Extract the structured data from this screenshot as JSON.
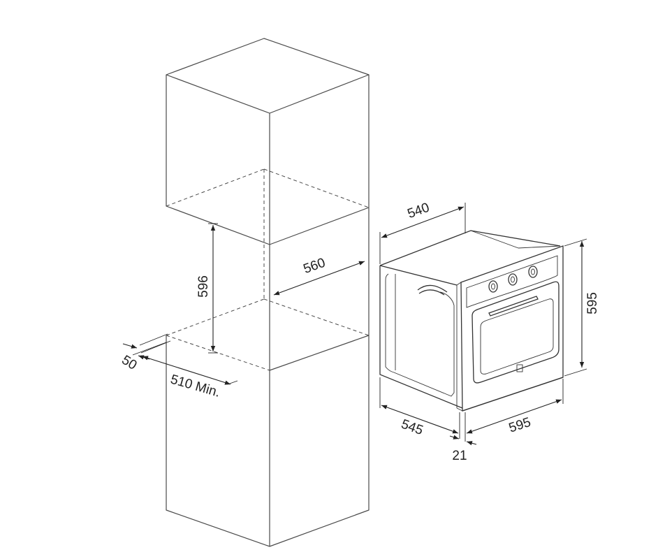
{
  "cabinet": {
    "niche_height": "596",
    "niche_width": "560",
    "niche_depth": "510 Min.",
    "rear_gap": "50"
  },
  "oven": {
    "body_depth": "540",
    "height": "595",
    "side_depth": "545",
    "front_width": "595",
    "front_thickness": "21"
  },
  "colors": {
    "line": "#4a4a4a",
    "dimension": "#222222",
    "background": "#ffffff"
  }
}
